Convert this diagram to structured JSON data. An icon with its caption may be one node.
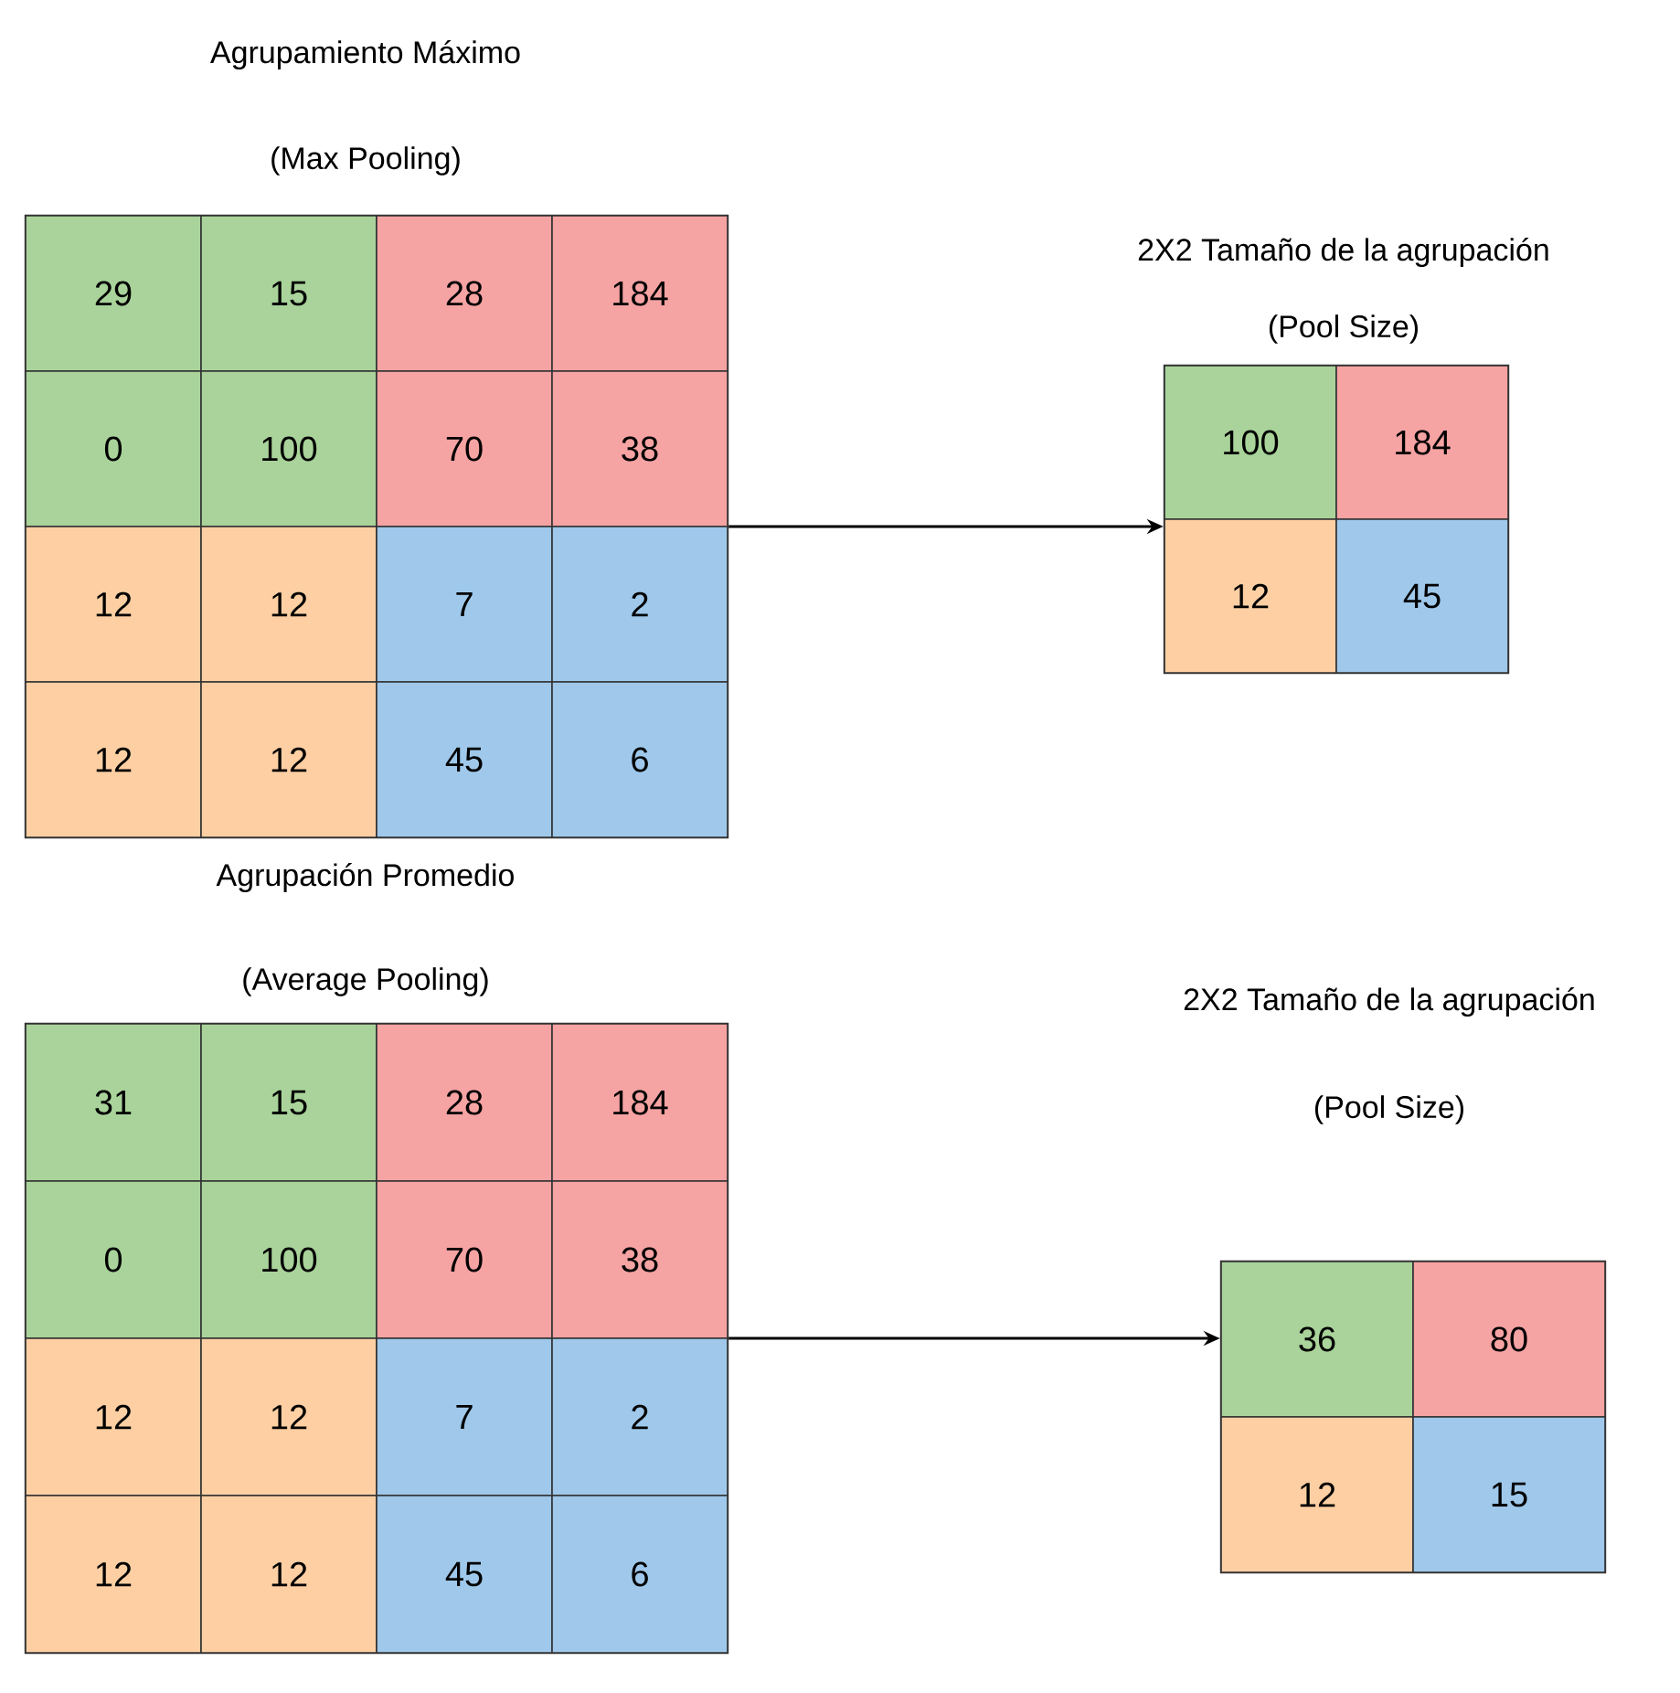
{
  "diagram": {
    "nodes": [
      {
        "text": [],
        "shape": "box"
      },
      {
        "text": [
          "29"
        ],
        "in": 0
      },
      {
        "text": [
          "15"
        ],
        "in": 0
      },
      {
        "text": [
          "28"
        ],
        "in": 0
      },
      {
        "text": [
          "184"
        ],
        "in": 0
      },
      {
        "text": [
          "0"
        ],
        "in": 0
      },
      {
        "text": [
          "100"
        ],
        "in": 0
      },
      {
        "text": [
          "70"
        ],
        "in": 0
      },
      {
        "text": [
          "38"
        ],
        "in": 0
      },
      {
        "text": [
          "12"
        ],
        "in": 0
      },
      {
        "text": [
          "12"
        ],
        "in": 0
      },
      {
        "text": [
          "7"
        ],
        "in": 0
      },
      {
        "text": [
          "2"
        ],
        "in": 0
      },
      {
        "text": [
          "12"
        ],
        "in": 0
      },
      {
        "text": [
          "12"
        ],
        "in": 0
      },
      {
        "text": [
          "45"
        ],
        "in": 0
      },
      {
        "text": [
          "6"
        ],
        "in": 0
      },
      {
        "text": [],
        "shape": "box"
      },
      {
        "text": [
          "100"
        ],
        "in": 17
      },
      {
        "text": [
          "184"
        ],
        "in": 17
      },
      {
        "text": [
          "12"
        ],
        "in": 17
      },
      {
        "text": [
          "45"
        ],
        "in": 17
      },
      {
        "text": [],
        "shape": "box"
      },
      {
        "text": [
          "31"
        ],
        "in": 22
      },
      {
        "text": [
          "15"
        ],
        "in": 22
      },
      {
        "text": [
          "28"
        ],
        "in": 22
      },
      {
        "text": [
          "184"
        ],
        "in": 22
      },
      {
        "text": [
          "0"
        ],
        "in": 22
      },
      {
        "text": [
          "100"
        ],
        "in": 22
      },
      {
        "text": [
          "70"
        ],
        "in": 22
      },
      {
        "text": [
          "38"
        ],
        "in": 22
      },
      {
        "text": [
          "12"
        ],
        "in": 22
      },
      {
        "text": [
          "12"
        ],
        "in": 22
      },
      {
        "text": [
          "7"
        ],
        "in": 22
      },
      {
        "text": [
          "2"
        ],
        "in": 22
      },
      {
        "text": [
          "12"
        ],
        "in": 22
      },
      {
        "text": [
          "12"
        ],
        "in": 22
      },
      {
        "text": [
          "45"
        ],
        "in": 22
      },
      {
        "text": [
          "6"
        ],
        "in": 22
      },
      {
        "text": [],
        "shape": "box"
      },
      {
        "text": [
          "36"
        ],
        "in": 39
      },
      {
        "text": [
          "80"
        ],
        "in": 39
      },
      {
        "text": [
          "12"
        ],
        "in": 39
      },
      {
        "text": [
          "15"
        ],
        "in": 39
      }
    ],
    "edges": [
      {
        "from": 0,
        "to": 17,
        "arrow": "to"
      },
      {
        "from": 22,
        "to": 39,
        "arrow": "to"
      }
    ],
    "labels": [
      "Agrupamiento Máximo",
      "(Max Pooling)",
      "2X2 Tamaño de la agrupación",
      "(Pool Size)",
      "Agrupación Promedio",
      "(Average Pooling)",
      "2X2 Tamaño de la agrupación",
      "(Pool Size)"
    ]
  }
}
